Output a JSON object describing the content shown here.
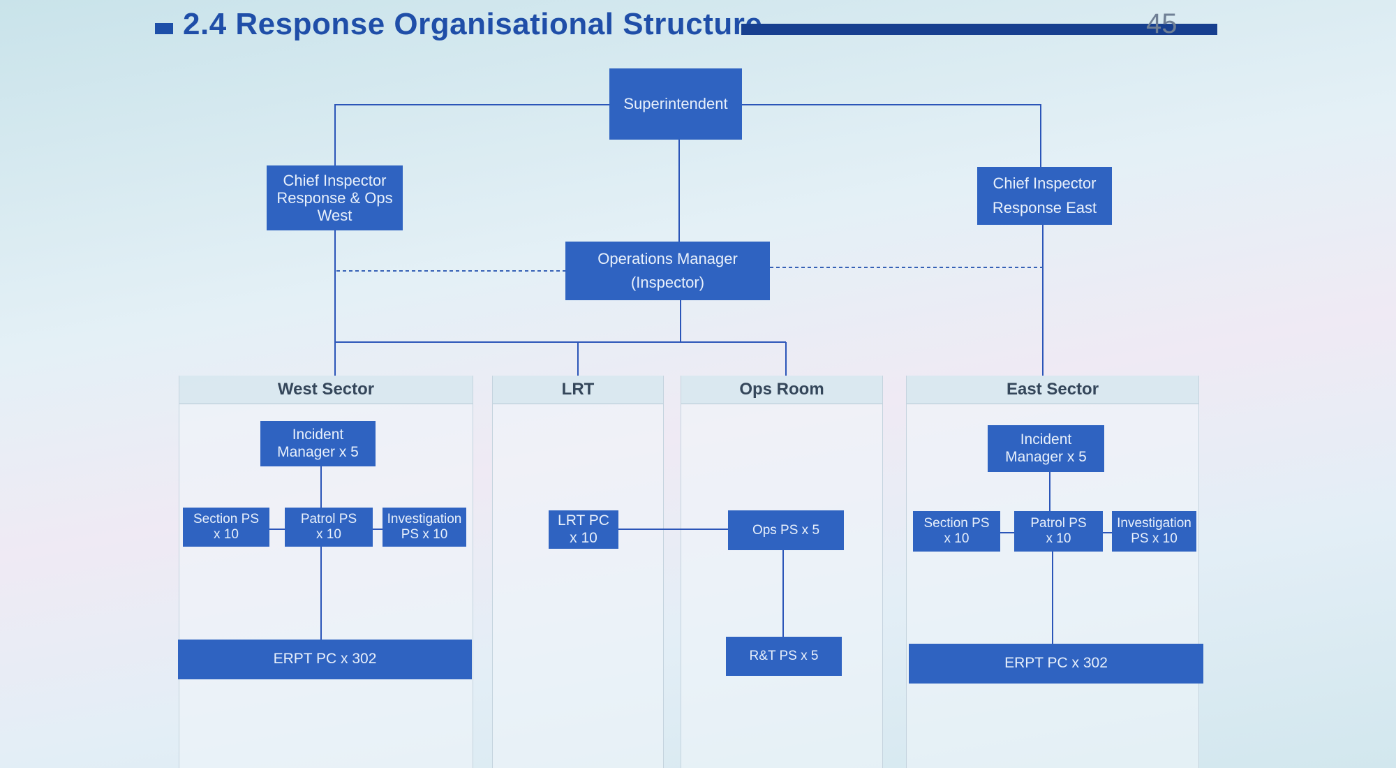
{
  "slide": {
    "title": "2.4 Response Organisational Structure",
    "page_number": "45"
  },
  "nodes": {
    "superintendent": "Superintendent",
    "ci_west": "Chief Inspector\nResponse & Ops\nWest",
    "ci_east": "Chief Inspector\nResponse East",
    "ops_manager": "Operations  Manager\n(Inspector)"
  },
  "sectors": {
    "west": {
      "header": "West Sector",
      "incident_manager": "Incident\nManager x 5",
      "section_ps": "Section PS\nx 10",
      "patrol_ps": "Patrol PS\nx 10",
      "investigation_ps": "Investigation\nPS x 10",
      "erpt": "ERPT PC x 302"
    },
    "lrt": {
      "header": "LRT",
      "lrt_pc": "LRT PC\nx 10"
    },
    "ops_room": {
      "header": "Ops Room",
      "ops_ps": "Ops PS x 5",
      "rt_ps": "R&T PS x 5"
    },
    "east": {
      "header": "East Sector",
      "incident_manager": "Incident\nManager x 5",
      "section_ps": "Section PS\nx 10",
      "patrol_ps": "Patrol PS\nx 10",
      "investigation_ps": "Investigation\nPS  x 10",
      "erpt": "ERPT PC x 302"
    }
  },
  "colors": {
    "box_fill": "#2f63c1",
    "line": "#2b55b8",
    "title": "#1f4ea8"
  }
}
